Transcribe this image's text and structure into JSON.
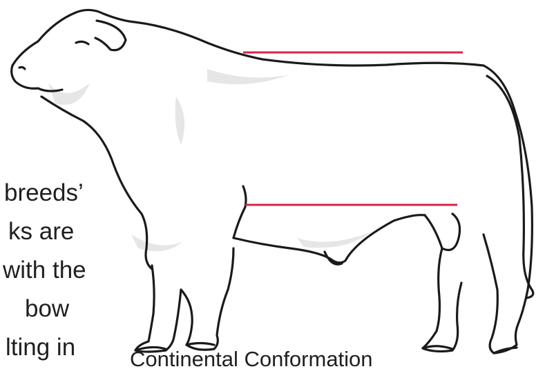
{
  "side_text": {
    "line1": "breeds’",
    "line2": "ks are",
    "line3": "with the",
    "line4": "bow",
    "line5": "lting in"
  },
  "caption": "Continental Conformation",
  "colors": {
    "outline": "#1a1a1a",
    "shading": "#c8c8c8",
    "topline_marker": "#d8234a",
    "underline_marker": "#d8234a"
  }
}
